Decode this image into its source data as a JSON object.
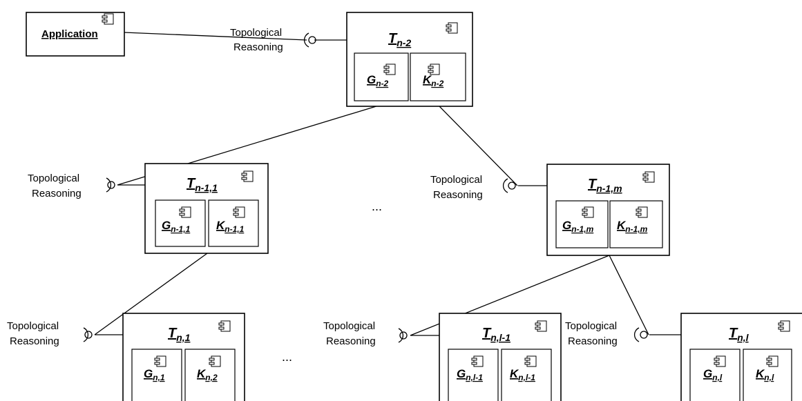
{
  "application": {
    "label": "Application"
  },
  "interface_label": {
    "line1": "Topological",
    "line2": "Reasoning"
  },
  "ellipsis": "...",
  "components": {
    "t_n2": {
      "base": "T",
      "sub": "n-2"
    },
    "g_n2": {
      "base": "G",
      "sub": "n-2"
    },
    "k_n2": {
      "base": "K",
      "sub": "n-2"
    },
    "t_n11": {
      "base": "T",
      "sub": "n-1,1"
    },
    "g_n11": {
      "base": "G",
      "sub": "n-1,1"
    },
    "k_n11": {
      "base": "K",
      "sub": "n-1,1"
    },
    "t_n1m": {
      "base": "T",
      "sub": "n-1,m"
    },
    "g_n1m": {
      "base": "G",
      "sub": "n-1,m"
    },
    "k_n1m": {
      "base": "K",
      "sub": "n-1,m"
    },
    "t_n1": {
      "base": "T",
      "sub": "n,1"
    },
    "g_n1": {
      "base": "G",
      "sub": "n,1"
    },
    "k_n2b": {
      "base": "K",
      "sub": "n,2"
    },
    "t_nl1": {
      "base": "T",
      "sub": "n,l-1"
    },
    "g_nl1": {
      "base": "G",
      "sub": "n,l-1"
    },
    "k_nl1": {
      "base": "K",
      "sub": "n,l-1"
    },
    "t_nl": {
      "base": "T",
      "sub": "n,l"
    },
    "g_nl": {
      "base": "G",
      "sub": "n,l"
    },
    "k_nl": {
      "base": "K",
      "sub": "n,l"
    }
  }
}
